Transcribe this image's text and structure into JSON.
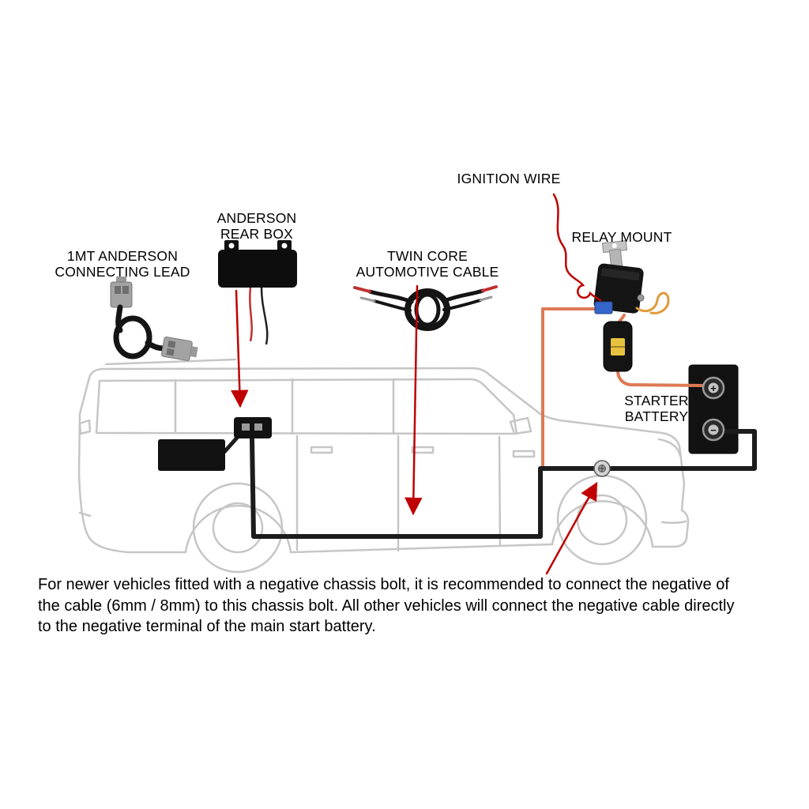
{
  "diagram": {
    "labels": {
      "ignition_wire": "IGNITION WIRE",
      "relay_mount": "RELAY MOUNT",
      "anderson_rear_box": "ANDERSON\nREAR BOX",
      "connecting_lead": "1MT ANDERSON\nCONNECTING LEAD",
      "twin_core_cable": "TWIN CORE\nAUTOMOTIVE CABLE",
      "starter_battery": "STARTER\nBATTERY"
    },
    "battery": {
      "positive_symbol": "+",
      "negative_symbol": "−"
    },
    "note": "For newer vehicles fitted with a negative chassis bolt, it is recommended to connect the negative of\nthe cable (6mm / 8mm) to this chassis bolt. All other vehicles will connect the negative cable directly\nto the negative terminal of the main start battery.",
    "colors": {
      "arrow_red": "#c00000",
      "positive_wire_orange": "#dd7a55",
      "negative_wire_black": "#1c1c1c",
      "vehicle_outline_gray": "#c6c6c6",
      "fuse_yellow": "#e6c23e",
      "relay_connector_blue": "#3566c9"
    }
  }
}
